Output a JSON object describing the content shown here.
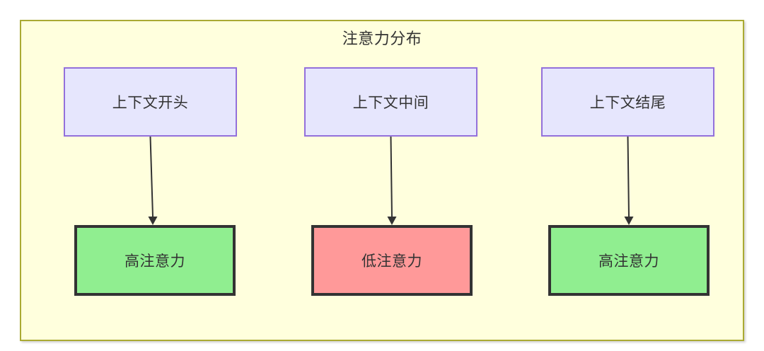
{
  "diagram": {
    "title": "注意力分布",
    "colors": {
      "canvas_background": "#ffffff",
      "subgraph_background": "#ffffdd",
      "subgraph_border": "#aaaa33",
      "source_fill": "#e6e6fd",
      "source_border": "#9370db",
      "high_attention_fill": "#90ee90",
      "low_attention_fill": "#ff9999",
      "outcome_border": "#333333",
      "edge": "#333333",
      "text": "#333333"
    },
    "columns": [
      {
        "source": {
          "label": "上下文开头"
        },
        "outcome": {
          "label": "高注意力",
          "level": "high"
        }
      },
      {
        "source": {
          "label": "上下文中间"
        },
        "outcome": {
          "label": "低注意力",
          "level": "low"
        }
      },
      {
        "source": {
          "label": "上下文结尾"
        },
        "outcome": {
          "label": "高注意力",
          "level": "high"
        }
      }
    ],
    "edges": [
      {
        "from": "上下文开头",
        "to": "高注意力"
      },
      {
        "from": "上下文中间",
        "to": "低注意力"
      },
      {
        "from": "上下文结尾",
        "to": "高注意力"
      }
    ]
  }
}
